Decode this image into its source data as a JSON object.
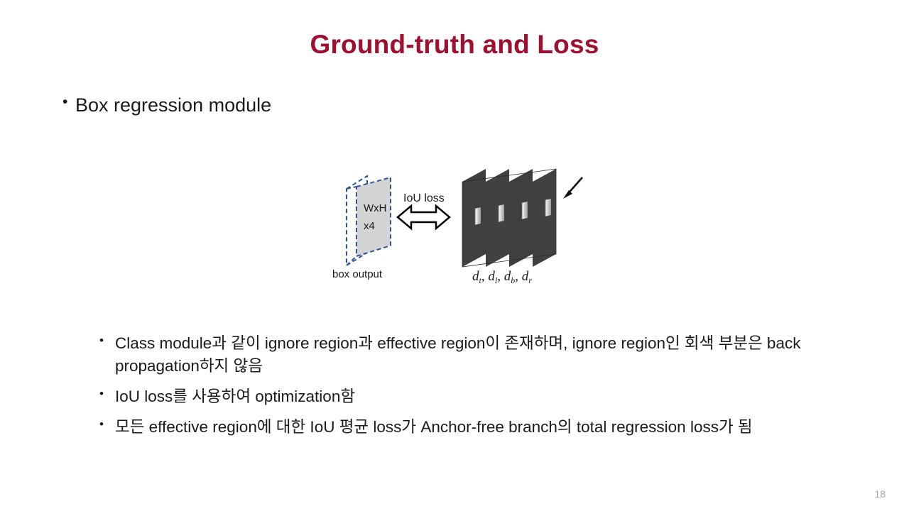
{
  "slide": {
    "title": "Ground-truth and Loss",
    "title_color": "#9E1030",
    "page_number": "18",
    "bullet_glyph": "•"
  },
  "level1": {
    "text": "Box regression module"
  },
  "figure": {
    "box_label_line1": "WxH",
    "box_label_line2": "x4",
    "box_caption": "box output",
    "arrow_label": "IoU loss",
    "maps_caption": "d_t, d_l, d_b, d_r",
    "maps_caption_parts": [
      {
        "base": "d",
        "sub": "t"
      },
      {
        "base": "d",
        "sub": "l"
      },
      {
        "base": "d",
        "sub": "b"
      },
      {
        "base": "d",
        "sub": "r"
      }
    ],
    "colors": {
      "box_fill": "#d4d4d4",
      "box_outline": "#2f5597",
      "map_fill": "#3f3f3f",
      "map_edge": "#2b2b2b",
      "arrow_outline": "#000000",
      "arrow_fill": "#ffffff"
    }
  },
  "sub_bullets": [
    "Class module과 같이 ignore region과 effective region이 존재하며, ignore region인 회색 부분은 back propagation하지 않음",
    "IoU loss를 사용하여 optimization함",
    "모든 effective region에 대한 IoU 평균 loss가 Anchor-free branch의 total regression loss가 됨"
  ]
}
